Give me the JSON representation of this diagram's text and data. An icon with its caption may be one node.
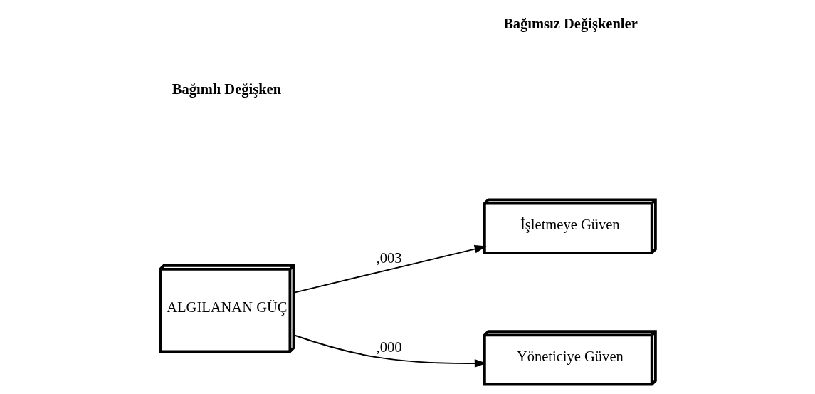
{
  "diagram": {
    "nodes": [
      {
        "text": [
          "ALGILANAN GÜÇ"
        ]
      },
      {
        "text": [
          "İşletmeye Güven"
        ]
      },
      {
        "text": [
          "Yöneticiye Güven"
        ]
      }
    ],
    "edges": [
      {
        "from": 0,
        "to": 1,
        "arrow": "to",
        "label": ",003"
      },
      {
        "from": 0,
        "to": 2,
        "arrow": "to",
        "label": ",000"
      }
    ],
    "labels": [
      "Bağımsız Değişkenler",
      "Bağımlı Değişken"
    ]
  }
}
